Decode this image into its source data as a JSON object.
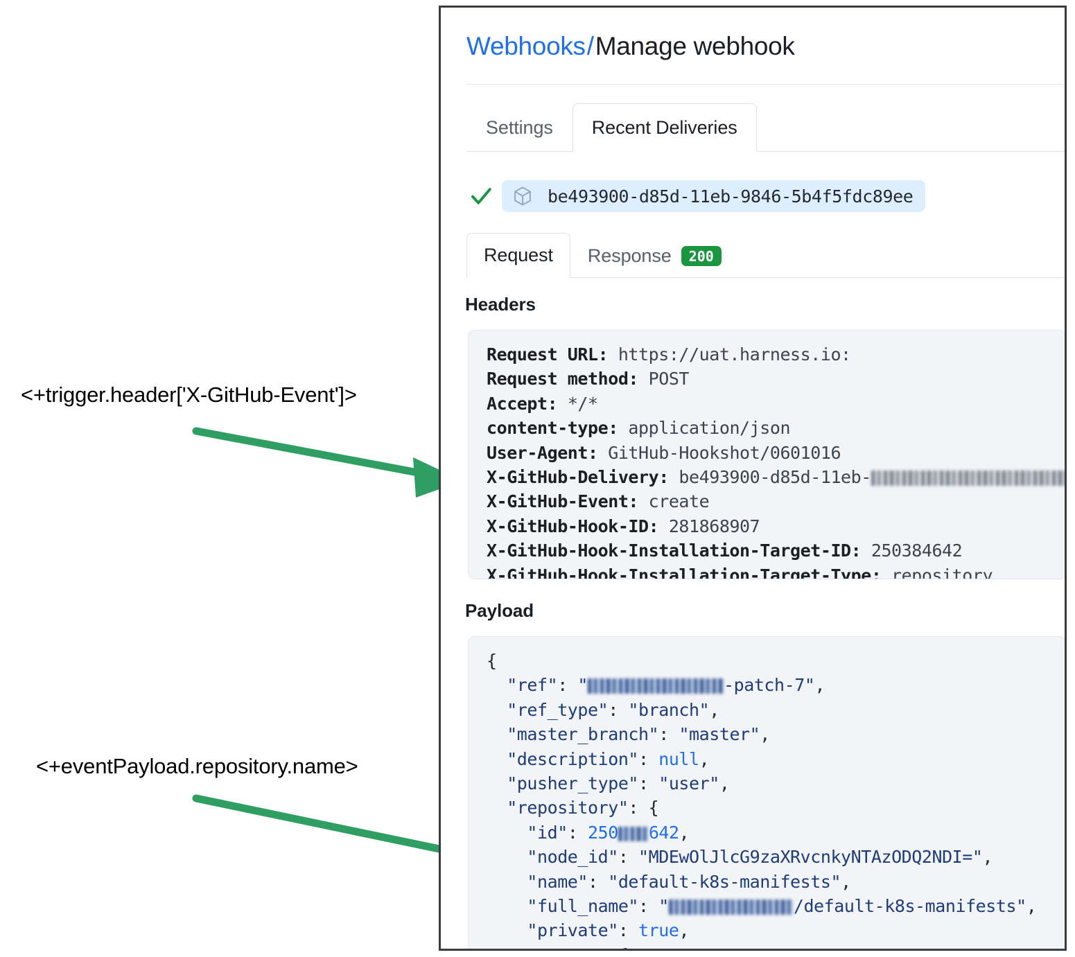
{
  "annotations": [
    {
      "id": "trigger-header",
      "text": "<+trigger.header['X-GitHub-Event']>"
    },
    {
      "id": "event-payload",
      "text": "<+eventPayload.repository.name>"
    }
  ],
  "colors": {
    "arrow_green": "#2e9e63",
    "link_blue": "#1f6feb",
    "badge_green": "#1a9641",
    "code_bg": "#f2f4f7",
    "chip_bg": "#ddeeff"
  },
  "breadcrumb": {
    "parent": "Webhooks",
    "separator": "/",
    "current": "Manage webhook"
  },
  "outer_tabs": [
    {
      "label": "Settings",
      "active": false
    },
    {
      "label": "Recent Deliveries",
      "active": true
    }
  ],
  "delivery": {
    "status_icon": "check-icon",
    "package_icon": "package-icon",
    "guid": "be493900-d85d-11eb-9846-5b4f5fdc89ee"
  },
  "inner_tabs": [
    {
      "label": "Request",
      "active": true,
      "badge": null
    },
    {
      "label": "Response",
      "active": false,
      "badge": "200"
    }
  ],
  "sections": {
    "headers_heading": "Headers",
    "payload_heading": "Payload"
  },
  "headers": [
    {
      "key": "Request URL:",
      "value": " https://uat.harness.io:"
    },
    {
      "key": "Request method:",
      "value": " POST"
    },
    {
      "key": "Accept:",
      "value": " */*"
    },
    {
      "key": "content-type:",
      "value": " application/json"
    },
    {
      "key": "User-Agent:",
      "value": " GitHub-Hookshot/0601016"
    },
    {
      "key": "X-GitHub-Delivery:",
      "value": " be493900-d85d-11eb-",
      "redacted_suffix": true
    },
    {
      "key": "X-GitHub-Event:",
      "value": " create"
    },
    {
      "key": "X-GitHub-Hook-ID:",
      "value": " 281868907"
    },
    {
      "key": "X-GitHub-Hook-Installation-Target-ID:",
      "value": " 250384642"
    },
    {
      "key": "X-GitHub-Hook-Installation-Target-Type:",
      "value": " repository"
    }
  ],
  "payload_lines": [
    "{",
    "  \"ref\": \"[redacted]-patch-7\",",
    "  \"ref_type\": \"branch\",",
    "  \"master_branch\": \"master\",",
    "  \"description\": null,",
    "  \"pusher_type\": \"user\",",
    "  \"repository\": {",
    "    \"id\": 250[redacted]642,",
    "    \"node_id\": \"MDEwOlJlcG9zaXRvcnkyNTAzODQ2NDI=\",",
    "    \"name\": \"default-k8s-manifests\",",
    "    \"full_name\": \"[redacted]/default-k8s-manifests\",",
    "    \"private\": true,",
    "    \"owner\": {"
  ]
}
